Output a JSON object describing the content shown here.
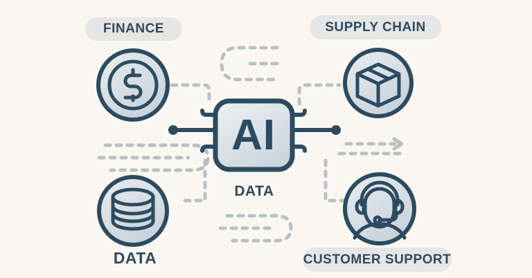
{
  "diagram": {
    "title_center": "AI",
    "background_color": "#faf7f2",
    "accent_color": "#2d4b60",
    "pill_color": "#e6e6e6",
    "trace_color": "#b9c0c4",
    "center_node": {
      "label": "AI",
      "sublabel": "DATA",
      "icon": "ai-chip-icon"
    },
    "nodes": [
      {
        "id": "finance",
        "label": "FINANCE",
        "icon": "coin-dollar-icon",
        "label_style": "pill",
        "position": "top-left"
      },
      {
        "id": "supply-chain",
        "label": "SUPPLY CHAIN",
        "icon": "package-box-icon",
        "label_style": "pill",
        "position": "top-right"
      },
      {
        "id": "data",
        "label": "DATA",
        "icon": "database-cylinder-icon",
        "label_style": "plain",
        "position": "bottom-left"
      },
      {
        "id": "customer-support",
        "label": "CUSTOMER SUPPORT",
        "icon": "headset-agent-icon",
        "label_style": "pill",
        "position": "bottom-right"
      }
    ]
  }
}
